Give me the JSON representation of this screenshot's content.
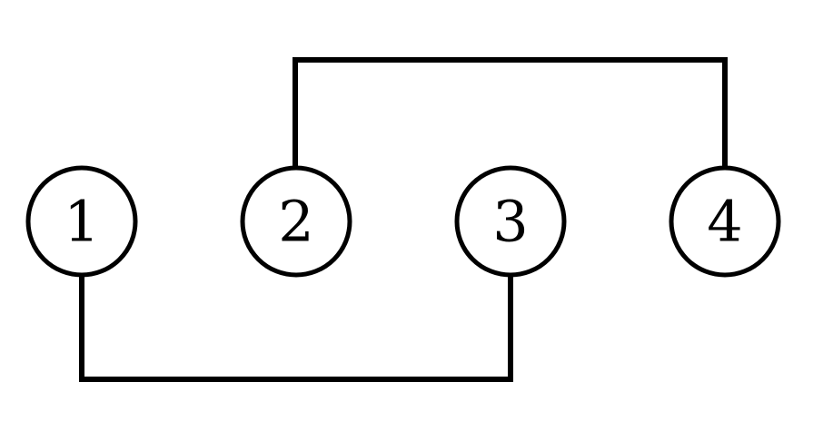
{
  "diagram": {
    "nodes": [
      {
        "id": "1",
        "label": "1"
      },
      {
        "id": "2",
        "label": "2"
      },
      {
        "id": "3",
        "label": "3"
      },
      {
        "id": "4",
        "label": "4"
      }
    ],
    "edges": [
      {
        "from": "2",
        "to": "4",
        "side": "top"
      },
      {
        "from": "1",
        "to": "3",
        "side": "bottom"
      }
    ],
    "colors": {
      "stroke": "#000000",
      "background": "#ffffff"
    }
  }
}
